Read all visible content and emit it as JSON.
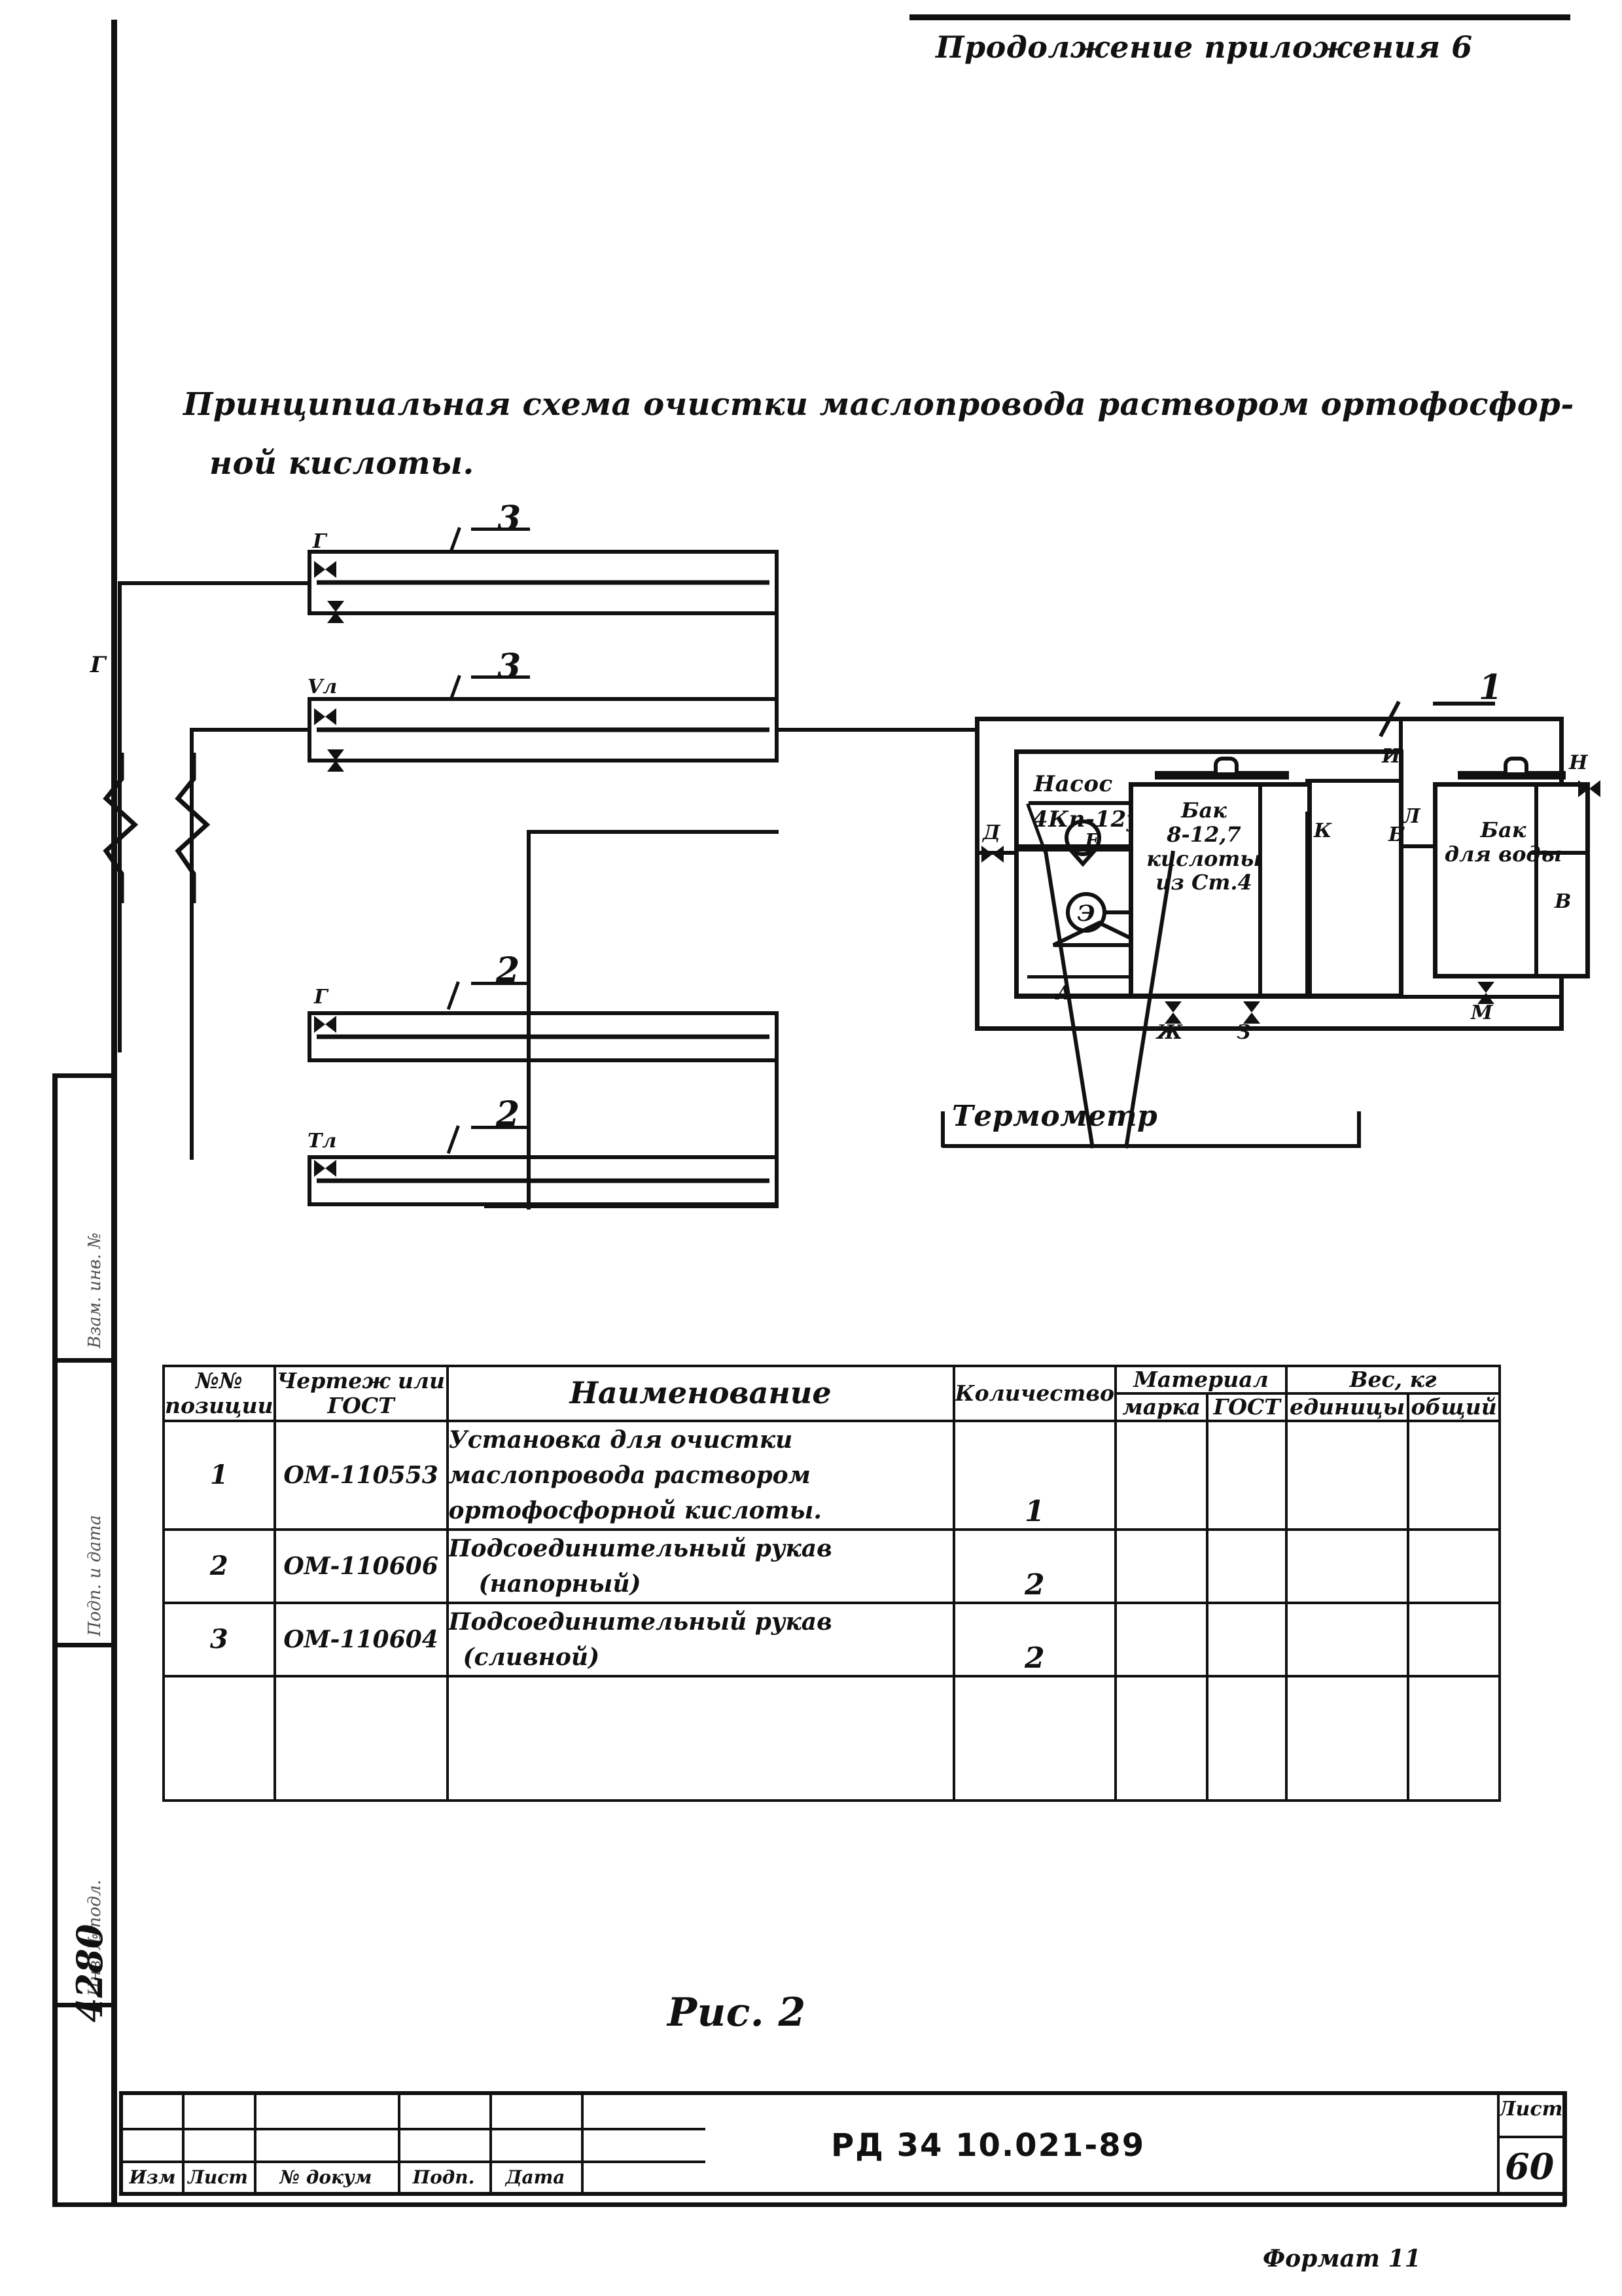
{
  "header": {
    "continuation": "Продолжение приложения 6"
  },
  "scheme": {
    "title_line1": "Принципиальная схема очистки маслопровода раствором ортофосфор-",
    "title_line2": "ной кислоты.",
    "callouts": {
      "item1": "1",
      "item2_a": "2",
      "item2_b": "2",
      "item3_a": "3",
      "item3_b": "3"
    },
    "pump_label_line1": "Насос",
    "pump_label_line2": "4Кп-12у",
    "tank_acid_line1": "Бак",
    "tank_acid_line2": "8-12,7",
    "tank_acid_line3": "кислоты",
    "tank_acid_line4": "из Ст.4",
    "tank_water_line1": "Бак",
    "tank_water_line2": "для воды",
    "thermometer_label": "Термометр",
    "valve_labels": {
      "v_g_left": "Г",
      "v_v_upper": "Vл",
      "v_g_lower": "Г",
      "v_t_lower": "Тл",
      "v_d": "Д",
      "v_e": "Е",
      "v_zh": "Ж",
      "v_z": "З",
      "v_i": "И",
      "v_k": "К",
      "v_l": "Л",
      "v_m": "М",
      "v_n": "Н",
      "v_a": "А",
      "v_b": "Б",
      "v_v": "В",
      "v_line_g": "Г"
    },
    "pump_motor_symbol": "Э"
  },
  "parts_table": {
    "headers": {
      "pos": "№№ позиции",
      "drawing": "Чертеж или ГОСТ",
      "name": "Наименование",
      "qty": "Количество",
      "material": "Материал",
      "weight": "Вес, кг",
      "material_brand": "марка",
      "material_gost": "ГОСТ",
      "weight_unit": "единицы",
      "weight_total": "общий"
    },
    "rows": [
      {
        "pos": "1",
        "drawing": "ОМ-110553",
        "name_line1": "Установка для очистки",
        "name_line2": "маслопровода раствором",
        "name_line3": "ортофосфорной кислоты.",
        "qty": "1",
        "material_brand": "",
        "material_gost": "",
        "weight_unit": "",
        "weight_total": ""
      },
      {
        "pos": "2",
        "drawing": "ОМ-110606",
        "name_line1": "Подсоединительный рукав",
        "name_line2": "(напорный)",
        "name_line3": "",
        "qty": "2",
        "material_brand": "",
        "material_gost": "",
        "weight_unit": "",
        "weight_total": ""
      },
      {
        "pos": "3",
        "drawing": "ОМ-110604",
        "name_line1": "Подсоединительный рукав",
        "name_line2": "(сливной)",
        "name_line3": "",
        "qty": "2",
        "material_brand": "",
        "material_gost": "",
        "weight_unit": "",
        "weight_total": ""
      }
    ]
  },
  "figure": {
    "caption": "Рис. 2"
  },
  "title_block": {
    "col_izm": "Изм",
    "col_list": "Лист",
    "col_doc": "№ докум",
    "col_podp": "Подп.",
    "col_data": "Дата",
    "doc_code": "РД 34 10.021-89",
    "sheet_word": "Лист",
    "sheet_number": "60"
  },
  "margin": {
    "format_note": "Формат 11",
    "stamp_number": "4280",
    "field_inv_podl": "Инв. № подл.",
    "field_podp_data": "Подп. и дата",
    "field_vzam_inv": "Взам. инв. №"
  }
}
